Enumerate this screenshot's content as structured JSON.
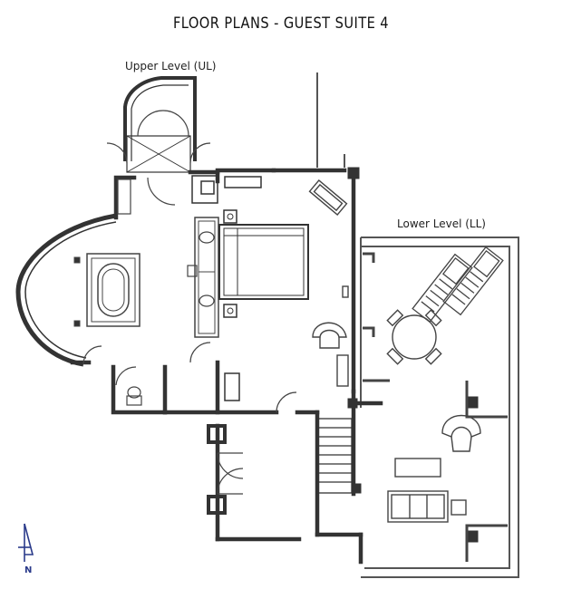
{
  "title": "FLOOR PLANS - GUEST SUITE 4",
  "levels": {
    "upper": "Upper Level (UL)",
    "lower": "Lower Level (LL)"
  },
  "compass": {
    "icon": "north-arrow-icon",
    "letter": "N",
    "color": "#2a3a8a"
  },
  "colors": {
    "wall": "#333333",
    "fixture": "#444444",
    "background": "#ffffff"
  }
}
